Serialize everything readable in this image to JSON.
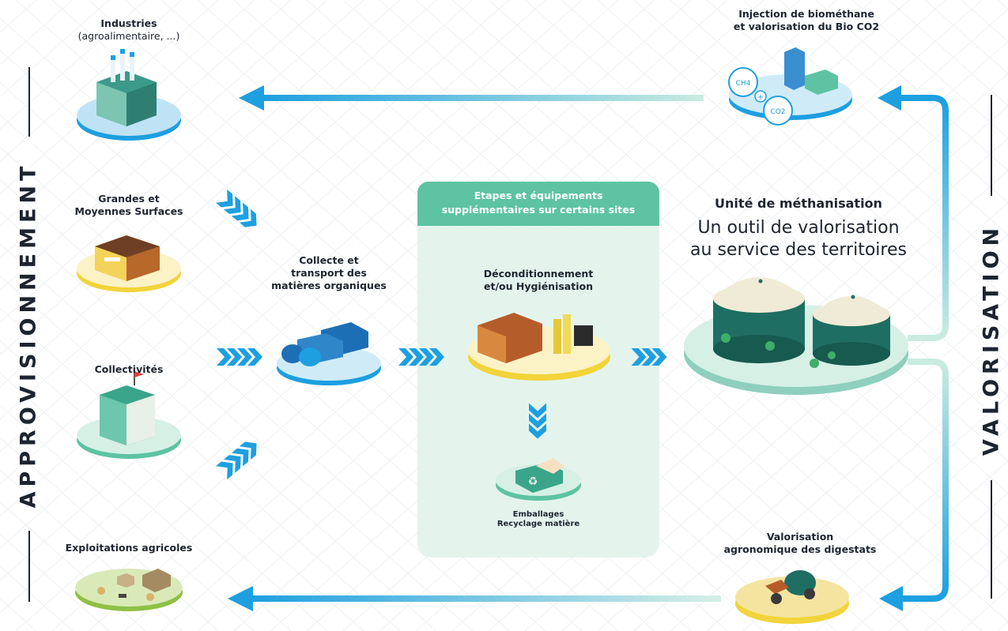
{
  "left_label": "APPROVISIONNEMENT",
  "right_label": "VALORISATION",
  "sources": [
    {
      "title": "Industries",
      "subtitle": "(agroalimentaire, ...)"
    },
    {
      "title": "Grandes et\nMoyennes Surfaces"
    },
    {
      "title": "Collectivités"
    },
    {
      "title": "Exploitations agricoles"
    }
  ],
  "collecte": "Collecte et\ntransport des\nmatières organiques",
  "panel": {
    "header": "Etapes et équipements\nsupplémentaires sur certains sites",
    "step": "Déconditionnement\net/ou Hygiénisation",
    "output": "Emballages\nRecyclage matière"
  },
  "unit": {
    "title": "Unité de méthanisation",
    "tagline": "Un outil de valorisation\nau service des territoires"
  },
  "injection": "Injection de biométhane\net valorisation du Bio CO2",
  "digestats": "Valorisation\nagronomique des digestats",
  "icons": {
    "ch4": "CH4",
    "co2": "CO2",
    "plus": "+"
  },
  "colors": {
    "blue": "#1d9fe0",
    "green": "#5dc3a3",
    "yellow": "#f2d43a",
    "dark": "#1d2430",
    "teal": "#1f6e63"
  }
}
